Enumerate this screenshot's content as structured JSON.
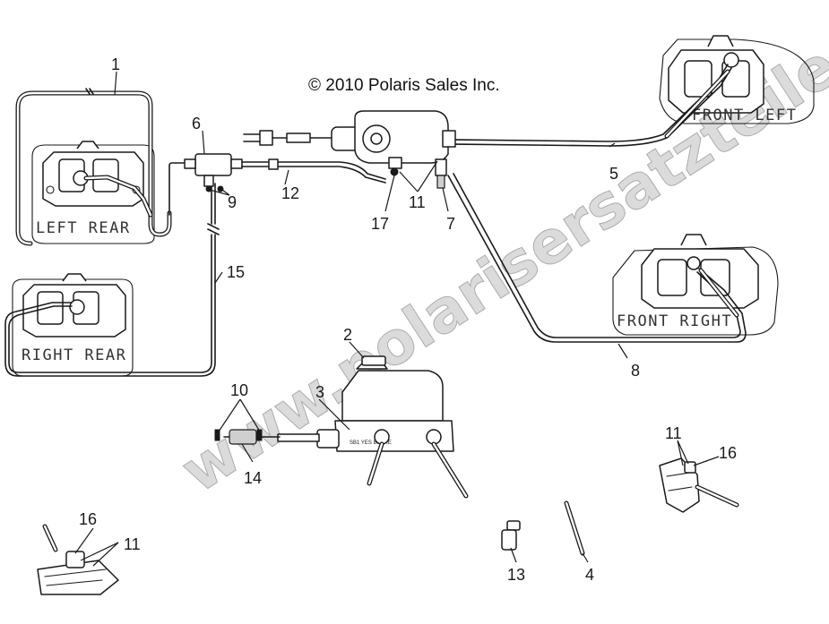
{
  "copyright": "© 2010 Polaris Sales Inc.",
  "watermark": "www.polarisersatzteile.de",
  "caliper_labels": {
    "left_rear": "LEFT REAR",
    "right_rear": "RIGHT REAR",
    "front_left": "FRONT LEFT",
    "front_right": "FRONT RIGHT"
  },
  "callouts": {
    "c1": "1",
    "c2": "2",
    "c3": "3",
    "c4": "4",
    "c5": "5",
    "c6": "6",
    "c7": "7",
    "c8": "8",
    "c9": "9",
    "c10": "10",
    "c11a": "11",
    "c11b": "11",
    "c11c": "11",
    "c12": "12",
    "c13": "13",
    "c14": "14",
    "c15": "15",
    "c16a": "16",
    "c16b": "16",
    "c17": "17"
  },
  "master_cylinder_stamp": "SB1 YES BRAKE"
}
